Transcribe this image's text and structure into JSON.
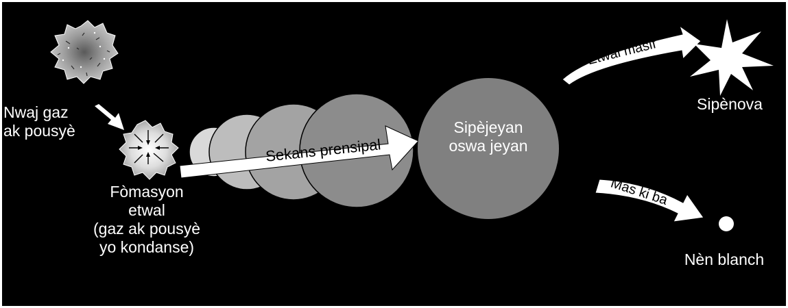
{
  "colors": {
    "background": "#000000",
    "frame": "#ffffff",
    "text": "#ffffff",
    "arrow_fill": "#ffffff",
    "arrow_text": "#000000",
    "nebula": "#8a8a8a",
    "protostar": "#cfcfcf",
    "sphere_1": "#d9d9d9",
    "sphere_2": "#bdbdbd",
    "sphere_3": "#a3a3a3",
    "sphere_4": "#8c8c8c",
    "giant": "#808080",
    "supernova": "#ffffff",
    "white_dwarf": "#ffffff"
  },
  "stages": {
    "nebula": {
      "icon": "gas-cloud-icon",
      "line1": "Nwaj gaz",
      "line2": "ak pousyè"
    },
    "star_formation": {
      "icon": "collapsing-cloud-icon",
      "line1": "Fòmasyon",
      "line2": "etwal",
      "line3": "(gaz ak pousyè",
      "line4": "yo kondanse)"
    },
    "main_sequence": {
      "arrow_label": "Sekans prensipal"
    },
    "giant": {
      "line1": "Sipèjeyan",
      "line2": "oswa jeyan"
    },
    "supernova": {
      "icon": "starburst-icon",
      "label": "Sipènova",
      "arrow_label": "Etwal masif"
    },
    "white_dwarf": {
      "icon": "dot-icon",
      "label": "Nèn blanch",
      "arrow_label": "Mas ki ba"
    }
  }
}
